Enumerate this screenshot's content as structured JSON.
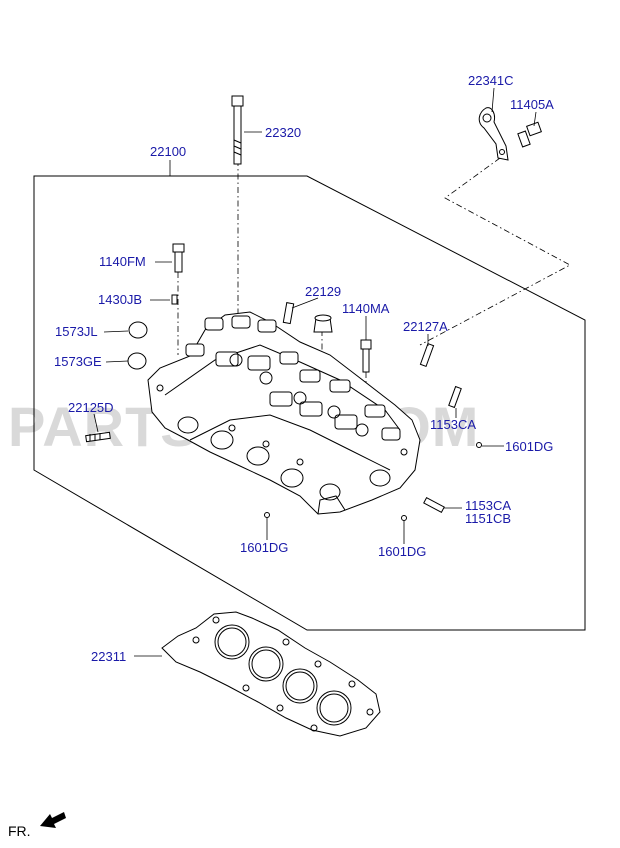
{
  "watermark": "PARTSOUQ.COM",
  "direction_label": "FR.",
  "labels": {
    "p22341C": "22341C",
    "p11405A": "11405A",
    "p22320": "22320",
    "p22100": "22100",
    "p1140FM": "1140FM",
    "p22129": "22129",
    "p1430JB": "1430JB",
    "p1140MA": "1140MA",
    "p1573JL": "1573JL",
    "p22127A": "22127A",
    "p1573GE": "1573GE",
    "p22125D": "22125D",
    "p1153CA_a": "1153CA",
    "p1601DG_a": "1601DG",
    "p1153CA_b": "1153CA",
    "p1151CB": "1151CB",
    "p1601DG_b": "1601DG",
    "p1601DG_c": "1601DG",
    "p22311": "22311"
  },
  "colors": {
    "label": "#1a1aa8",
    "line": "#000000",
    "watermark": "#d9d9d9"
  }
}
